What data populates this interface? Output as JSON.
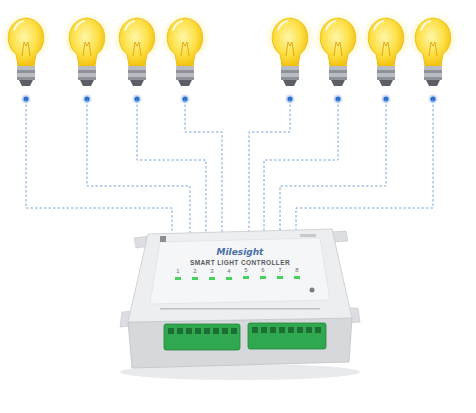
{
  "diagram": {
    "nodes": [
      {
        "text": [
          "Milesight",
          "SMART LIGHT CONTROLLER"
        ]
      }
    ],
    "labels": [
      "1",
      "2",
      "3",
      "4",
      "5",
      "6",
      "7",
      "8"
    ]
  }
}
